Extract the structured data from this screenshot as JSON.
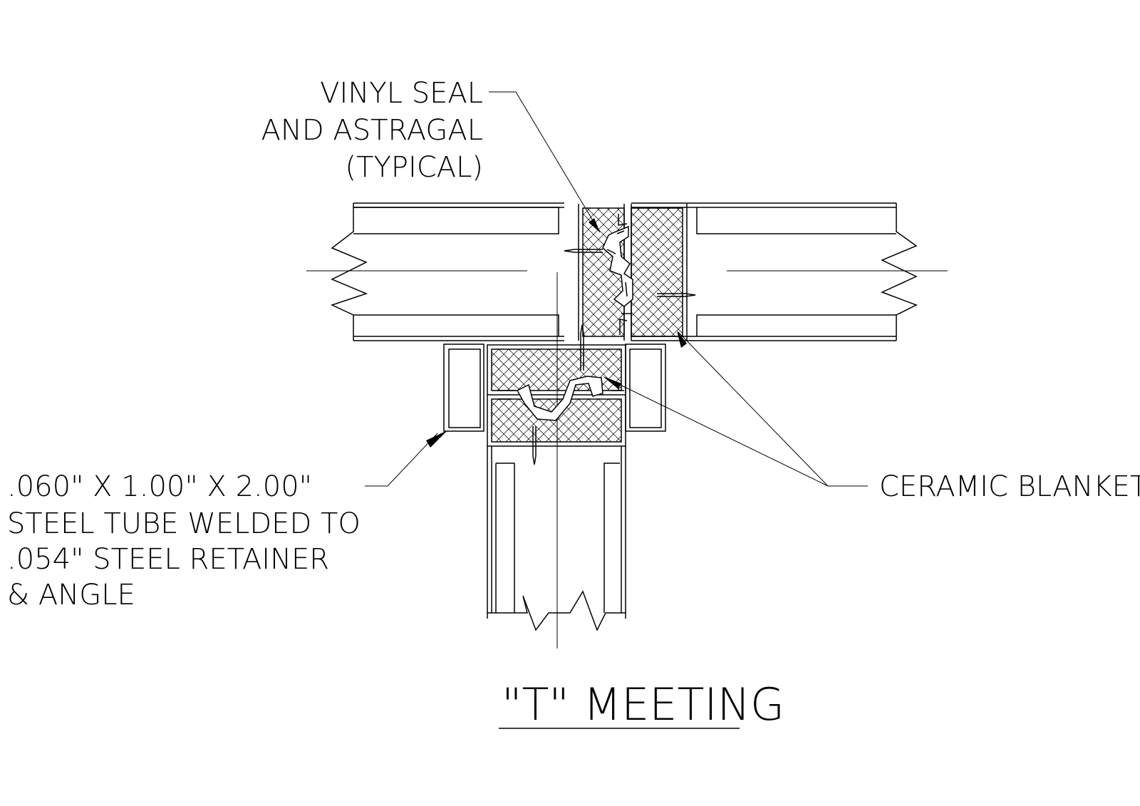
{
  "title": "\"T\" MEETING",
  "labels": {
    "vinyl_seal": [
      "VINYL SEAL",
      "AND ASTRAGAL",
      "(TYPICAL)"
    ],
    "steel_tube": [
      ".060\" X 1.00\" X 2.00\"",
      "STEEL TUBE WELDED TO",
      ".054\" STEEL RETAINER",
      "& ANGLE"
    ],
    "ceramic_blanket": "CERAMIC BLANKET"
  }
}
